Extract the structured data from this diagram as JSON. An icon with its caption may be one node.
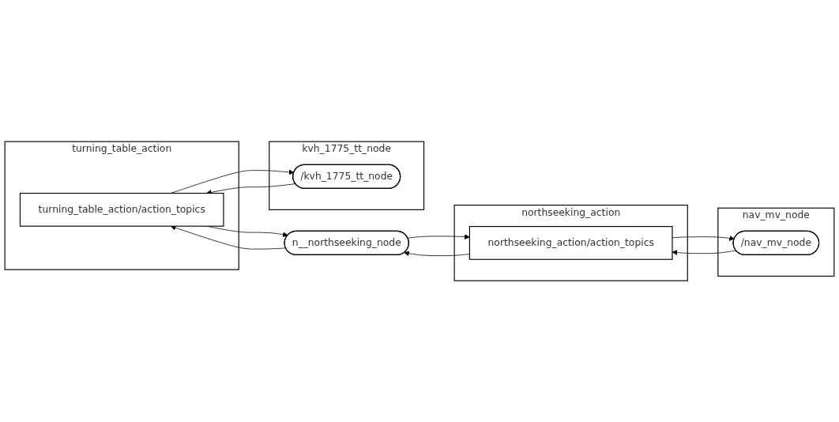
{
  "diagram": {
    "nodes": [
      {
        "text": [
          "turning_table_action"
        ]
      },
      {
        "text": [
          "turning_table_action/action_topics"
        ],
        "in": 0
      },
      {
        "text": [
          "kvh_1775_tt_node"
        ]
      },
      {
        "text": [
          "/kvh_1775_tt_node"
        ],
        "in": 2
      },
      {
        "text": [
          "n__northseeking_node"
        ]
      },
      {
        "text": [
          "northseeking_action"
        ]
      },
      {
        "text": [
          "northseeking_action/action_topics"
        ],
        "in": 5
      },
      {
        "text": [
          "nav_mv_node"
        ]
      },
      {
        "text": [
          "/nav_mv_node"
        ],
        "in": 7
      }
    ],
    "edges": [
      {
        "from": 1,
        "to": 3,
        "arrow": "to"
      },
      {
        "from": 3,
        "to": 1,
        "arrow": "to"
      },
      {
        "from": 4,
        "to": 1,
        "arrow": "to"
      },
      {
        "from": 1,
        "to": 4,
        "arrow": "to"
      },
      {
        "from": 4,
        "to": 6,
        "arrow": "to"
      },
      {
        "from": 6,
        "to": 4,
        "arrow": "to"
      },
      {
        "from": 6,
        "to": 8,
        "arrow": "to"
      },
      {
        "from": 8,
        "to": 6,
        "arrow": "to"
      }
    ]
  }
}
